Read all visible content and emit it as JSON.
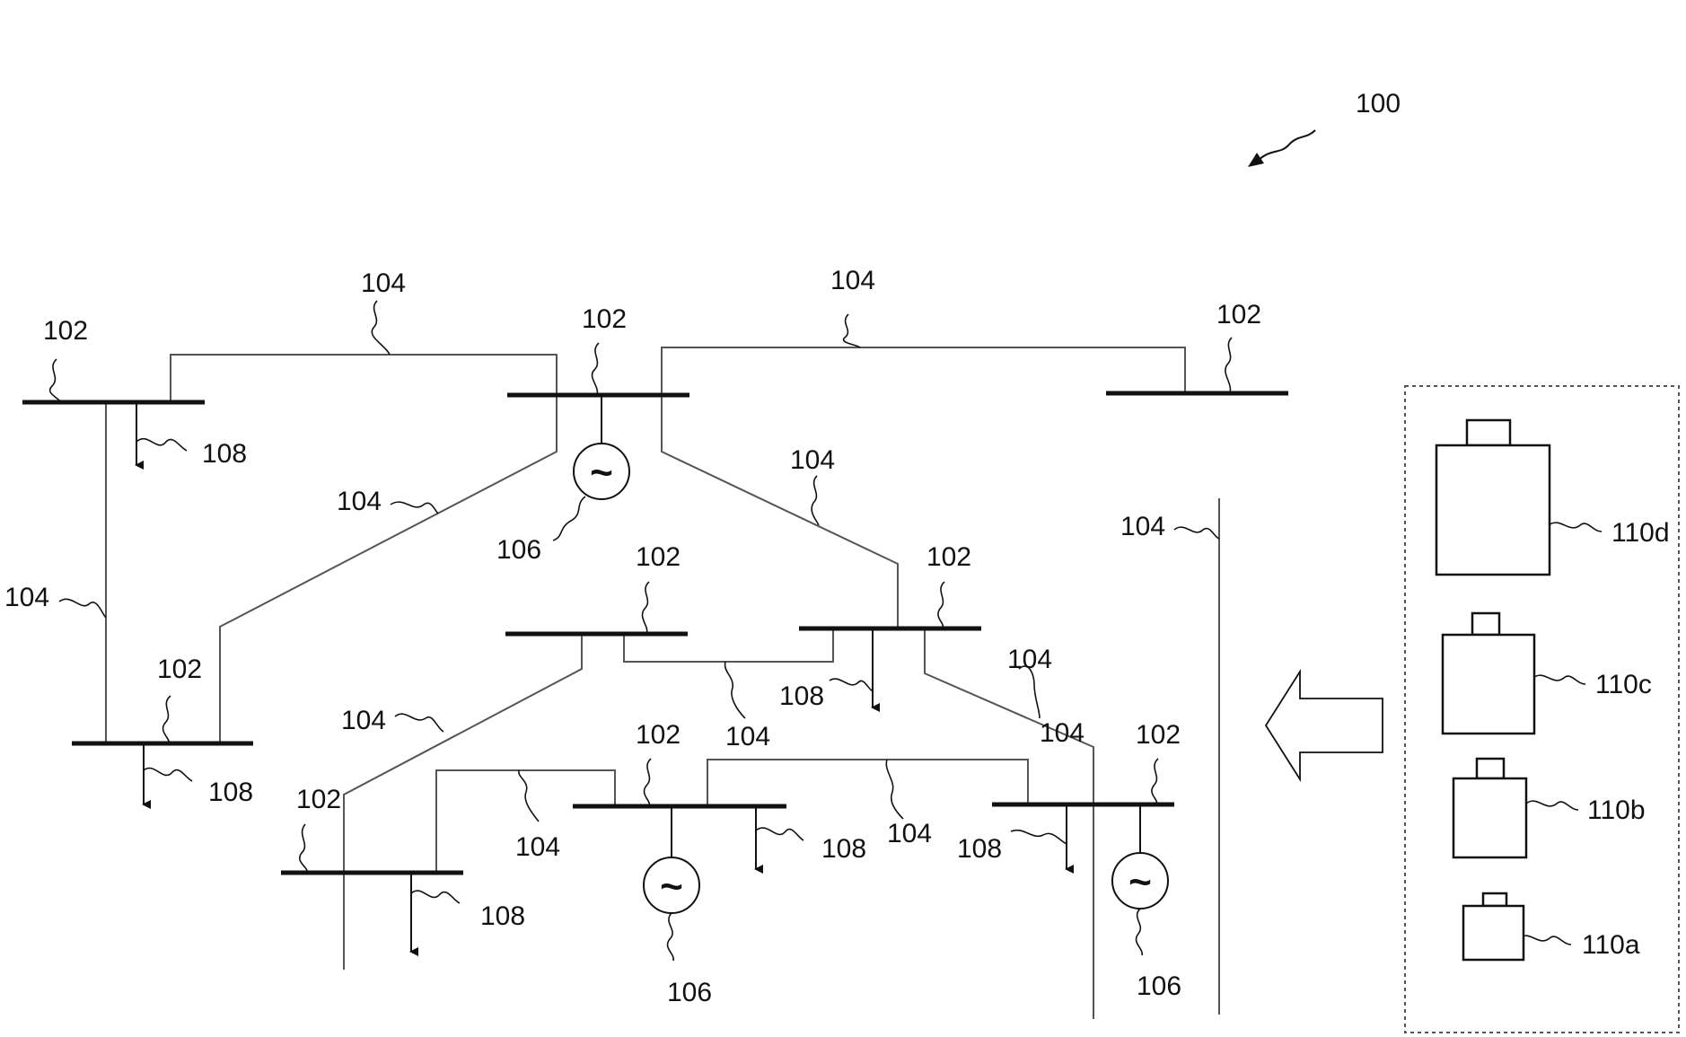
{
  "figure": {
    "label": "100"
  },
  "buses": [
    {
      "id": "bus-1",
      "label": "102"
    },
    {
      "id": "bus-2",
      "label": "102"
    },
    {
      "id": "bus-3",
      "label": "102"
    },
    {
      "id": "bus-4",
      "label": "102"
    },
    {
      "id": "bus-5",
      "label": "102"
    },
    {
      "id": "bus-6",
      "label": "102"
    },
    {
      "id": "bus-7",
      "label": "102"
    },
    {
      "id": "bus-8",
      "label": "102"
    },
    {
      "id": "bus-9",
      "label": "102"
    }
  ],
  "lines": [
    {
      "label": "104"
    },
    {
      "label": "104"
    },
    {
      "label": "104"
    },
    {
      "label": "104"
    },
    {
      "label": "104"
    },
    {
      "label": "104"
    },
    {
      "label": "104"
    },
    {
      "label": "104"
    },
    {
      "label": "104"
    },
    {
      "label": "104"
    },
    {
      "label": "104"
    },
    {
      "label": "104"
    }
  ],
  "generators": [
    {
      "label": "106",
      "symbol": "~"
    },
    {
      "label": "106",
      "symbol": "~"
    },
    {
      "label": "106",
      "symbol": "~"
    }
  ],
  "loads": [
    {
      "label": "108"
    },
    {
      "label": "108"
    },
    {
      "label": "108"
    },
    {
      "label": "108"
    },
    {
      "label": "108"
    },
    {
      "label": "108"
    }
  ],
  "storage": [
    {
      "label": "110d"
    },
    {
      "label": "110c"
    },
    {
      "label": "110b"
    },
    {
      "label": "110a"
    }
  ],
  "colors": {
    "stroke": "#111111",
    "line": "#555555",
    "background": "#ffffff"
  }
}
